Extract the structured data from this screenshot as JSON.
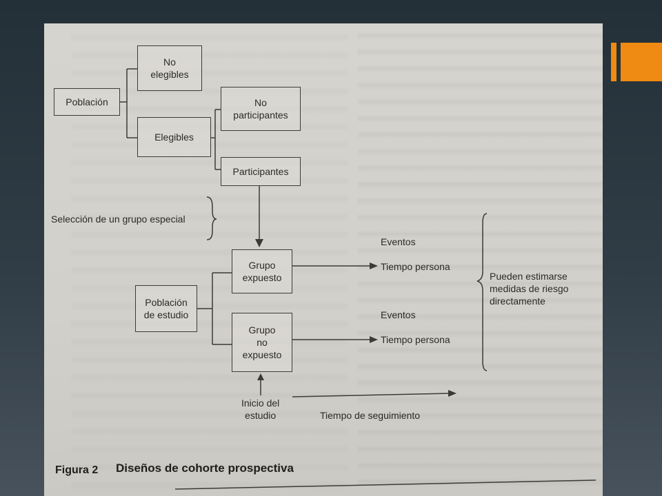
{
  "figure": {
    "number": "Figura 2",
    "title": "Diseños de cohorte prospectiva"
  },
  "boxes": {
    "poblacion": "Población",
    "no_elegibles": "No\nelegibles",
    "elegibles": "Elegibles",
    "no_participantes": "No\nparticipantes",
    "participantes": "Participantes",
    "poblacion_estudio": "Población\nde estudio",
    "grupo_expuesto": "Grupo\nexpuesto",
    "grupo_no_expuesto": "Grupo\nno\nexpuesto"
  },
  "labels": {
    "seleccion": "Selección de un grupo especial",
    "eventos_1": "Eventos",
    "tiempo_persona_1": "Tiempo persona",
    "eventos_2": "Eventos",
    "tiempo_persona_2": "Tiempo persona",
    "resultado": "Pueden estimarse\nmedidas de riesgo\ndirectamente",
    "inicio": "Inicio del\nestudio",
    "seguimiento": "Tiempo de seguimiento"
  },
  "colors": {
    "accent": "#ef8a12",
    "ink": "#2a2a28"
  }
}
